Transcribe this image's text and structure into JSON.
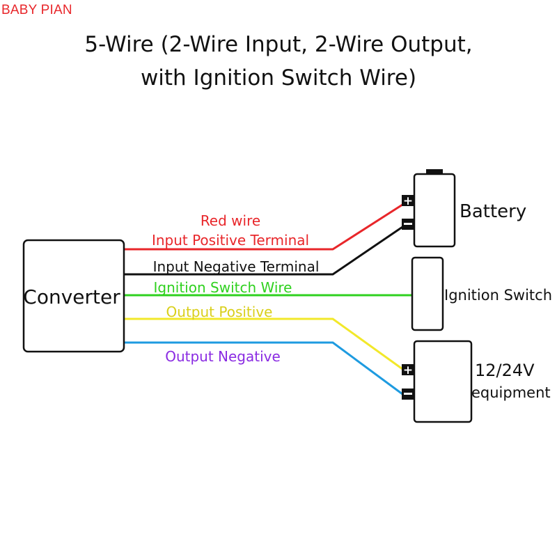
{
  "brand": {
    "text": "BABY PIAN",
    "color": "#e8262a"
  },
  "title": {
    "line1": "5-Wire (2-Wire Input, 2-Wire Output,",
    "line2": "with Ignition Switch Wire)"
  },
  "blocks": {
    "converter": "Converter",
    "battery": "Battery",
    "ignition_switch": "Ignition Switch",
    "equipment_line1": "12/24V",
    "equipment_line2": "equipment"
  },
  "wires": {
    "red_name": "Red wire",
    "input_positive": "Input Positive Terminal",
    "input_negative": "Input Negative Terminal",
    "ignition": "Ignition Switch Wire",
    "output_positive": "Output Positive",
    "output_negative": "Output Negative"
  },
  "terminals": {
    "plus": "+",
    "minus": "−"
  },
  "colors": {
    "red": "#e8262a",
    "black": "#111111",
    "green": "#2fd11f",
    "yellow": "#f2e82a",
    "output_positive_label": "#d9cf1a",
    "blue": "#1e9be0",
    "purple": "#8a2be2"
  }
}
